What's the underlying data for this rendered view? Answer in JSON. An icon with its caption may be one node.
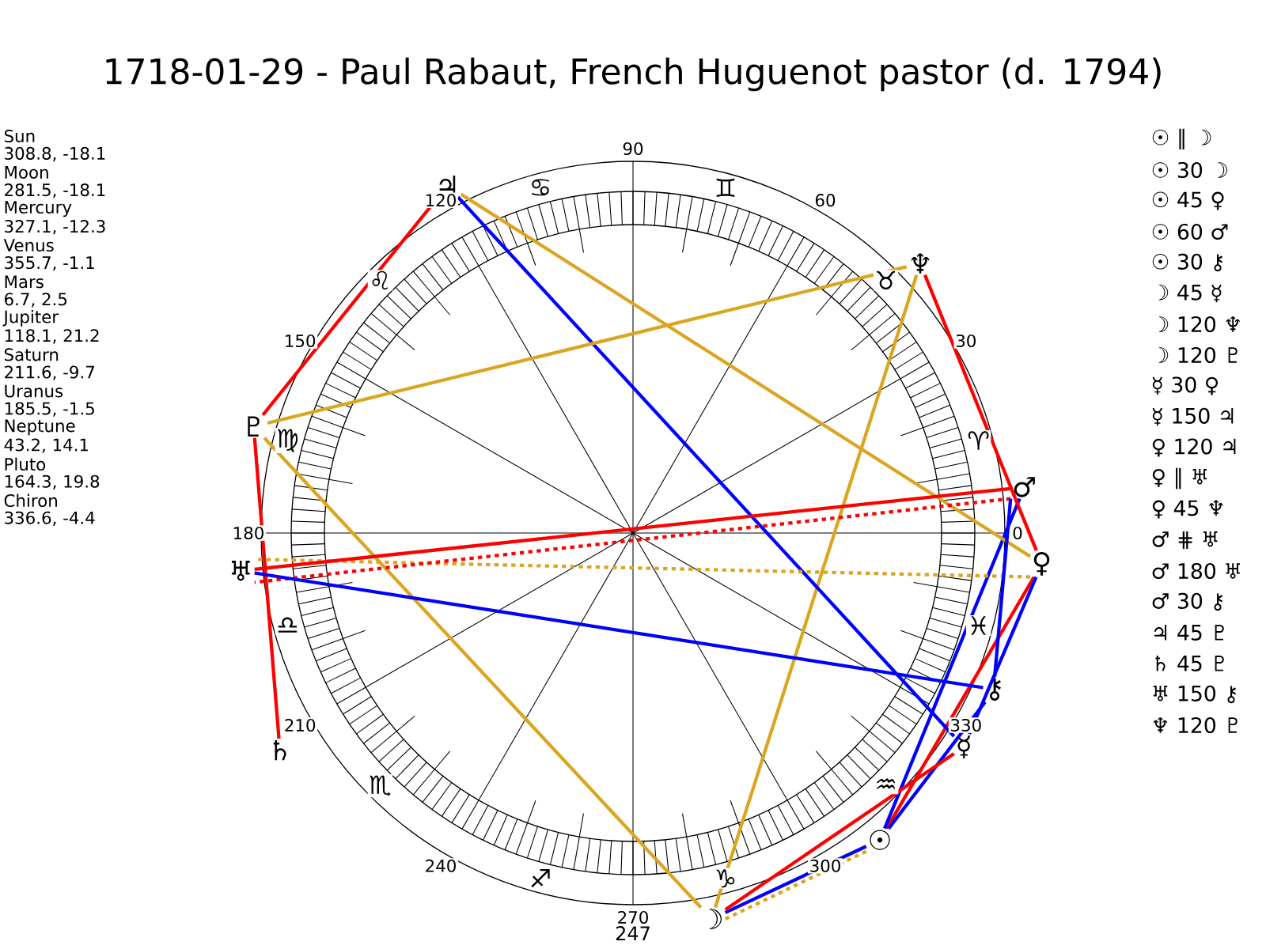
{
  "diagram": {
    "title": "1718-01-29 - Paul Rabaut, French Huguenot pastor (d. 1794)",
    "nodes": [
      {
        "text": [
          "☉"
        ]
      },
      {
        "text": [
          "☽"
        ]
      },
      {
        "text": [
          "☿"
        ]
      },
      {
        "text": [
          "♀"
        ]
      },
      {
        "text": [
          "♂"
        ]
      },
      {
        "text": [
          "♃"
        ]
      },
      {
        "text": [
          "♄"
        ]
      },
      {
        "text": [
          "♅"
        ]
      },
      {
        "text": [
          "♆"
        ]
      },
      {
        "text": [
          "♇"
        ]
      },
      {
        "text": [
          "⚷"
        ]
      }
    ],
    "edges": [
      {
        "from": 0,
        "to": 1,
        "arrow": "none",
        "style": "dashed",
        "color": "#daa520"
      },
      {
        "from": 0,
        "to": 1,
        "arrow": "none",
        "color": "#0000ff"
      },
      {
        "from": 0,
        "to": 3,
        "arrow": "none",
        "color": "#ff0000"
      },
      {
        "from": 0,
        "to": 4,
        "arrow": "none",
        "color": "#0000ff"
      },
      {
        "from": 0,
        "to": 10,
        "arrow": "none",
        "color": "#0000ff"
      },
      {
        "from": 1,
        "to": 2,
        "arrow": "none",
        "color": "#ff0000"
      },
      {
        "from": 1,
        "to": 8,
        "arrow": "none",
        "color": "#daa520"
      },
      {
        "from": 1,
        "to": 9,
        "arrow": "none",
        "color": "#daa520"
      },
      {
        "from": 2,
        "to": 3,
        "arrow": "none",
        "color": "#0000ff"
      },
      {
        "from": 2,
        "to": 5,
        "arrow": "none",
        "color": "#0000ff"
      },
      {
        "from": 3,
        "to": 5,
        "arrow": "none",
        "color": "#daa520"
      },
      {
        "from": 3,
        "to": 7,
        "arrow": "none",
        "style": "dashed",
        "color": "#daa520"
      },
      {
        "from": 3,
        "to": 8,
        "arrow": "none",
        "color": "#ff0000"
      },
      {
        "from": 4,
        "to": 7,
        "arrow": "none",
        "style": "dashed",
        "color": "#ff0000"
      },
      {
        "from": 4,
        "to": 7,
        "arrow": "none",
        "color": "#ff0000"
      },
      {
        "from": 4,
        "to": 10,
        "arrow": "none",
        "color": "#0000ff"
      },
      {
        "from": 5,
        "to": 9,
        "arrow": "none",
        "color": "#ff0000"
      },
      {
        "from": 6,
        "to": 9,
        "arrow": "none",
        "color": "#ff0000"
      },
      {
        "from": 7,
        "to": 10,
        "arrow": "none",
        "color": "#0000ff"
      },
      {
        "from": 8,
        "to": 9,
        "arrow": "none",
        "color": "#daa520"
      }
    ],
    "labels": [
      "Sun",
      "308.8, -18.1",
      "Moon",
      "281.5, -18.1",
      "Mercury",
      "327.1, -12.3",
      "Venus",
      "355.7, -1.1",
      "Mars",
      "6.7, 2.5",
      "Jupiter",
      "118.1, 21.2",
      "Saturn",
      "211.6, -9.7",
      "Uranus",
      "185.5, -1.5",
      "Neptune",
      "43.2, 14.1",
      "Pluto",
      "164.3, 19.8",
      "Chiron",
      "336.6, -4.4",
      "☉ ∥ ☽",
      "☉ 30 ☽",
      "☉ 45 ♀",
      "☉ 60 ♂",
      "☉ 30 ⚷",
      "☽ 45 ☿",
      "☽ 120 ♆",
      "☽ 120 ♇",
      "☿ 30 ♀",
      "☿ 150 ♃",
      "♀ 120 ♃",
      "♀ ∥ ♅",
      "♀ 45 ♆",
      "♂ ⋕ ♅",
      "♂ 180 ♅",
      "♂ 30 ⚷",
      "♃ 45 ♇",
      "♄ 45 ♇",
      "♅ 150 ⚷",
      "♆ 120 ♇",
      "0",
      "30",
      "60",
      "90",
      "120",
      "150",
      "180",
      "210",
      "240",
      "270",
      "300",
      "330",
      "247",
      "♈",
      "♉",
      "♊",
      "♋",
      "♌",
      "♍",
      "♎",
      "♏",
      "♐",
      "♑",
      "♒",
      "♓"
    ]
  }
}
